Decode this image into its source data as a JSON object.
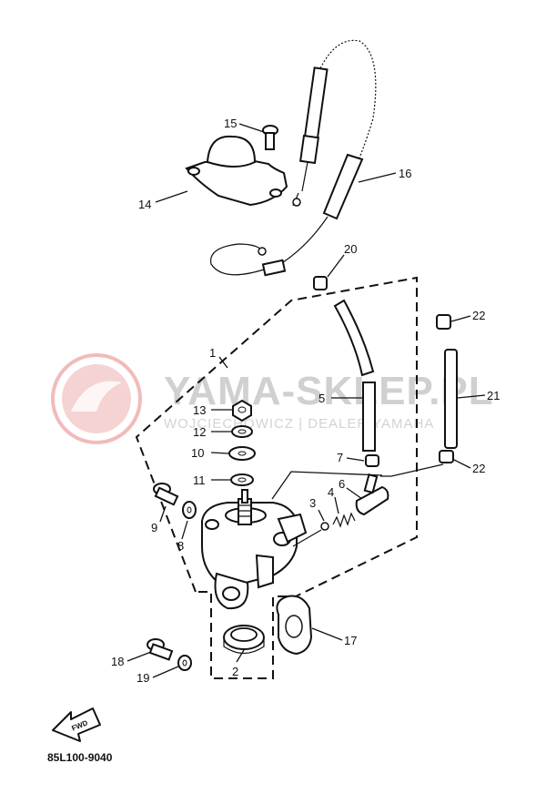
{
  "watermark": {
    "brand": "YAMA-SKLEP.PL",
    "dealer": "WOJCIECHOWICZ | DEALER YAMAHA",
    "logo_color": "#e06d6d",
    "text_color": "#c8c8c8"
  },
  "callouts": [
    "1",
    "2",
    "3",
    "4",
    "5",
    "6",
    "7",
    "8",
    "9",
    "10",
    "11",
    "12",
    "13",
    "14",
    "15",
    "16",
    "17",
    "18",
    "19",
    "20",
    "21",
    "22",
    "22"
  ],
  "fwd_label": "FWD",
  "diagram_code": "85L100-9040"
}
